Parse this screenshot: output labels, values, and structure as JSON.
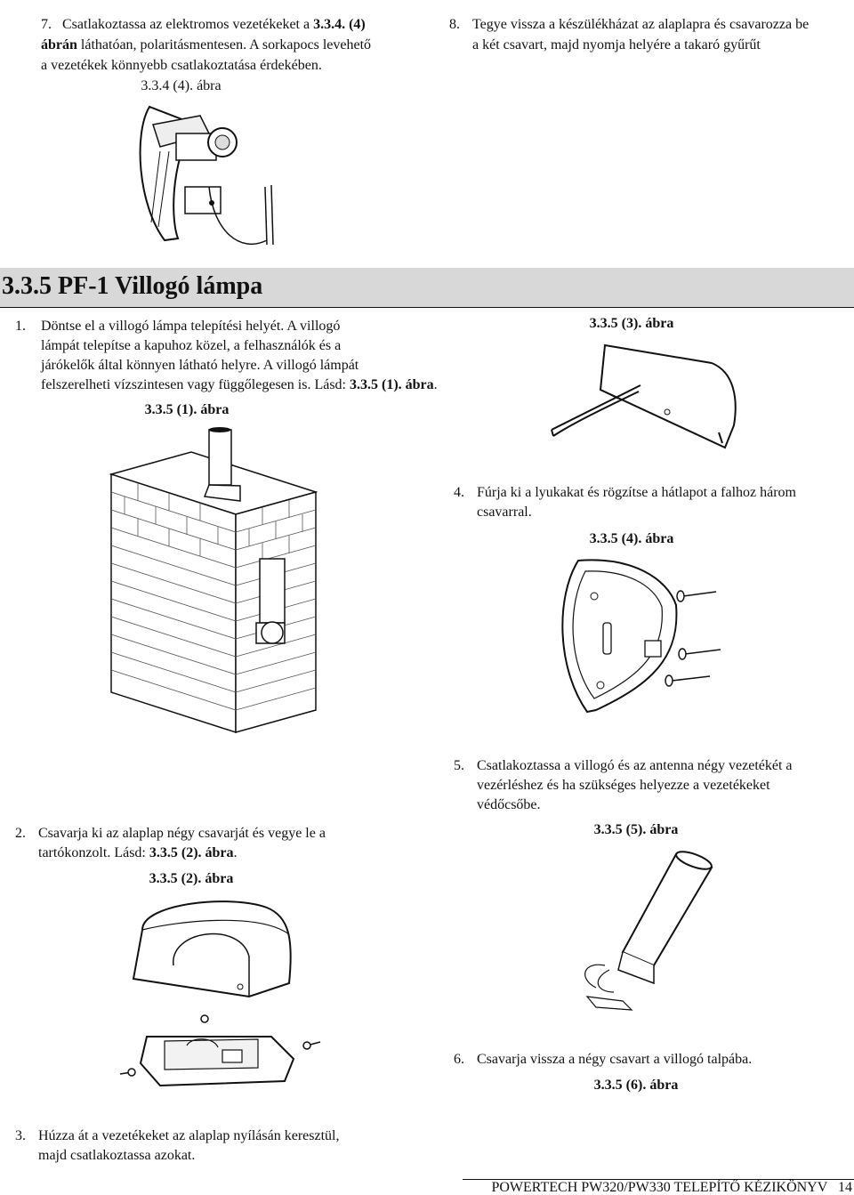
{
  "steps": {
    "s7": {
      "num": "7.",
      "line1a": "Csatlakoztassa az elektromos vezetékeket a ",
      "line1b": "3.3.4. (4)",
      "line2a": "ábrán",
      "line2b": " láthatóan, polaritásmentesen. A sorkapocs levehető",
      "line3": "a vezetékek könnyebb csatlakoztatása érdekében."
    },
    "s8": {
      "num": "8.",
      "line1": "Tegye vissza a készülékházat az alaplapra és csavarozza be",
      "line2": "a két csavart, majd nyomja helyére a takaró gyűrűt"
    },
    "s1": {
      "num": "1.",
      "line1": "Döntse el a villogó lámpa telepítési helyét. A villogó",
      "line2": "lámpát telepítse a kapuhoz közel, a felhasználók és a",
      "line3": "járókelők által könnyen látható helyre. A villogó lámpát",
      "line4a": "felszerelheti vízszintesen vagy függőlegesen is. Lásd: ",
      "line4b": "3.3.5 (1). ábra",
      "line4c": "."
    },
    "s2": {
      "num": "2.",
      "line1": "Csavarja ki az alaplap négy csavarját és vegye le a",
      "line2a": "tartókonzolt. Lásd: ",
      "line2b": "3.3.5 (2). ábra",
      "line2c": "."
    },
    "s3": {
      "num": "3.",
      "line1": "Húzza át a vezetékeket az alaplap nyílásán keresztül,",
      "line2": "majd csatlakoztassa azokat."
    },
    "s4": {
      "num": "4.",
      "line1": "Fúrja ki a lyukakat és rögzítse a hátlapot a falhoz három",
      "line2": "csavarral."
    },
    "s5": {
      "num": "5.",
      "line1": "Csatlakoztassa a villogó és az antenna négy vezetékét a",
      "line2": "vezérléshez és ha szükséges helyezze a vezetékeket",
      "line3": "védőcsőbe."
    },
    "s6": {
      "num": "6.",
      "line1": "Csavarja vissza a négy csavart a villogó talpába."
    }
  },
  "captions": {
    "fig334": "3.3.4 (4). ábra",
    "fig1": "3.3.5 (1). ábra",
    "fig2": "3.3.5 (2). ábra",
    "fig3": "3.3.5 (3). ábra",
    "fig4": "3.3.5 (4). ábra",
    "fig5": "3.3.5 (5). ábra",
    "fig6": "3.3.5 (6). ábra"
  },
  "section_title": "3.3.5 PF-1 Villogó lámpa",
  "footer": {
    "text": "POWERTECH PW320/PW330 TELEPÍTŐ KÉZIKÖNYV",
    "page": "14"
  }
}
